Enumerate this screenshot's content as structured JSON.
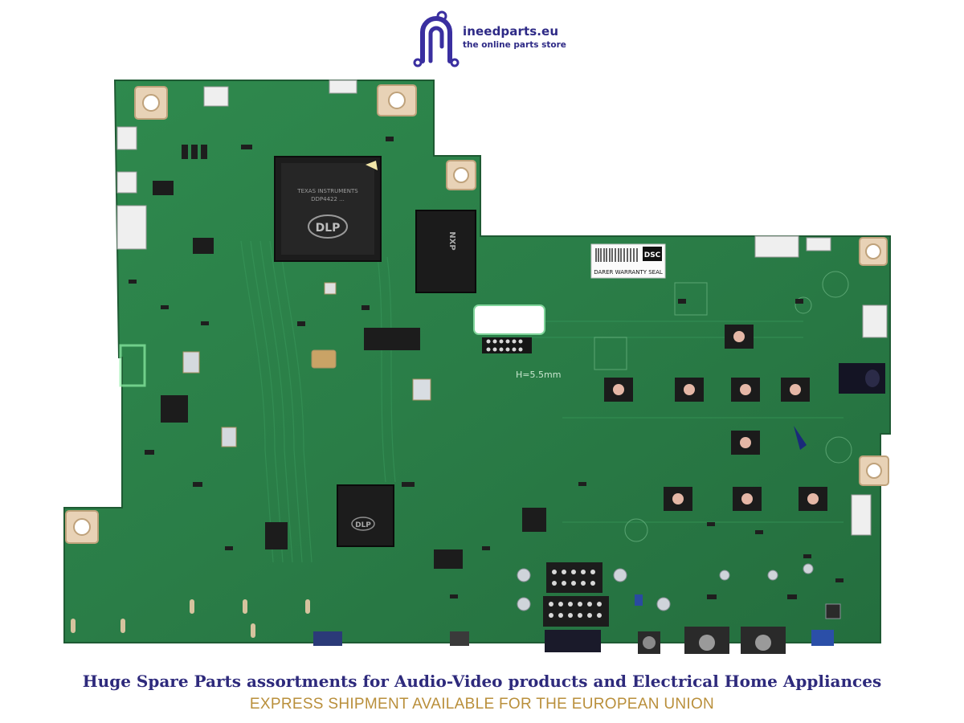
{
  "brand": {
    "name": "ineedparts.eu",
    "tagline": "the online parts store",
    "color": "#2e2a86"
  },
  "product": {
    "chip_main_label": "DLP",
    "chip_main_lines": [
      "TEXAS INSTRUMENTS",
      "DDP4422 ..."
    ],
    "chip_secondary_label": "DLP",
    "chip_nxp_label": "NXP",
    "board_mark": "H=5.5mm",
    "sticker": {
      "badge": "DSC",
      "text": "DARER WARRANTY SEAL"
    }
  },
  "footer": {
    "headline": "Huge Spare Parts assortments for Audio-Video products and Electrical Home Appliances",
    "subline": "EXPRESS SHIPMENT AVAILABLE FOR THE EUROPEAN UNION",
    "headline_color": "#2e2a7c",
    "subline_color": "#b98f3b"
  }
}
